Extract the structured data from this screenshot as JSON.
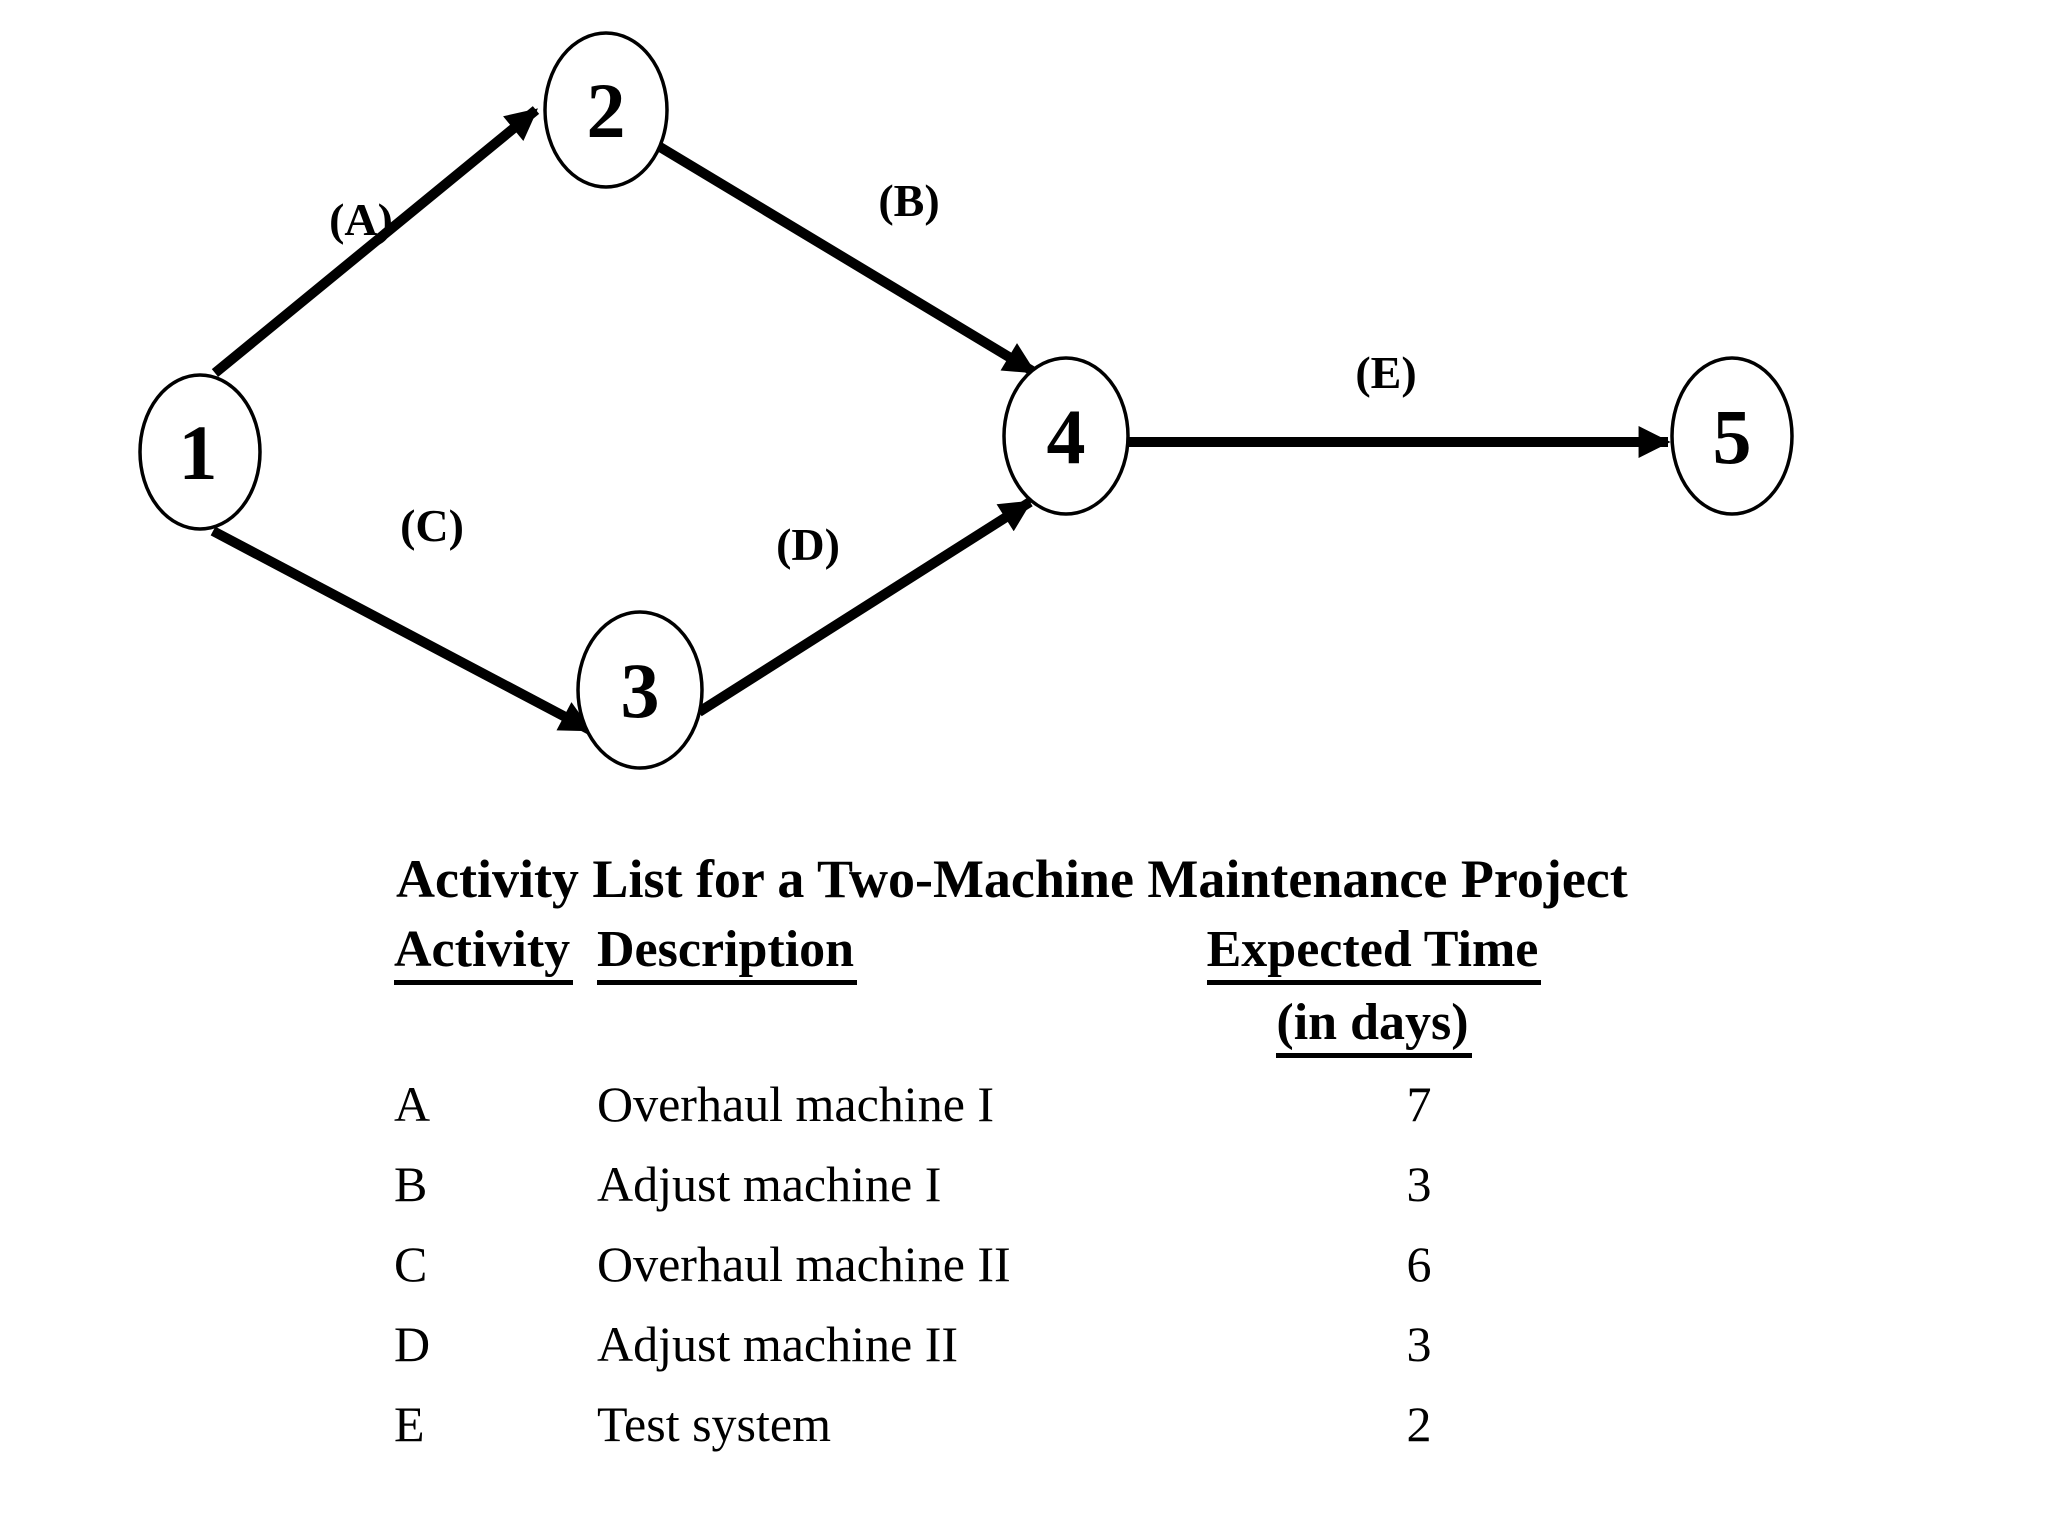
{
  "colors": {
    "ink": "#000000",
    "background": "#ffffff"
  },
  "diagram": {
    "nodes": [
      {
        "id": "1",
        "label": "1"
      },
      {
        "id": "2",
        "label": "2"
      },
      {
        "id": "3",
        "label": "3"
      },
      {
        "id": "4",
        "label": "4"
      },
      {
        "id": "5",
        "label": "5"
      }
    ],
    "edges": [
      {
        "id": "A",
        "label": "(A)",
        "from": "1",
        "to": "2"
      },
      {
        "id": "B",
        "label": "(B)",
        "from": "2",
        "to": "4"
      },
      {
        "id": "C",
        "label": "(C)",
        "from": "1",
        "to": "3"
      },
      {
        "id": "D",
        "label": "(D)",
        "from": "3",
        "to": "4"
      },
      {
        "id": "E",
        "label": "(E)",
        "from": "4",
        "to": "5"
      }
    ]
  },
  "table": {
    "title": "Activity List for a Two-Machine Maintenance Project",
    "headers": {
      "activity": "Activity",
      "description": "Description",
      "expected_time": "Expected Time",
      "expected_time_sub": "(in days)"
    },
    "rows": [
      {
        "activity": "A",
        "description": "Overhaul machine I",
        "expected_time": "7"
      },
      {
        "activity": "B",
        "description": "Adjust machine I",
        "expected_time": "3"
      },
      {
        "activity": "C",
        "description": "Overhaul machine II",
        "expected_time": "6"
      },
      {
        "activity": "D",
        "description": "Adjust machine II",
        "expected_time": "3"
      },
      {
        "activity": "E",
        "description": "Test system",
        "expected_time": "2"
      }
    ]
  }
}
